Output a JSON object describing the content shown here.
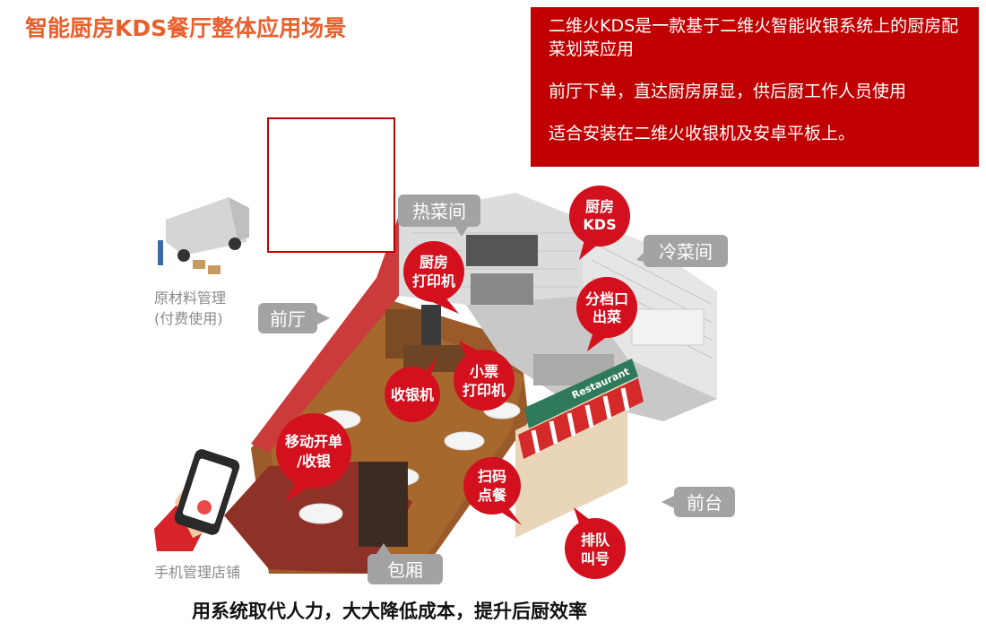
{
  "title": "智能厨房KDS餐厅整体应用场景",
  "info": {
    "line1": "二维火KDS是一款基于二维火智能收银系统上的厨房配菜划菜应用",
    "line2": "前厅下单，直达厨房屏显，供后厨工作人员使用",
    "line3": "适合安装在二维火收银机及安卓平板上。"
  },
  "labels": {
    "raw_material_1": "原材料管理",
    "raw_material_2": "(付费使用)",
    "mobile_manage": "手机管理店铺",
    "restaurant_sign": "Restaurant"
  },
  "tags": {
    "hot_kitchen": "热菜间",
    "cold_kitchen": "冷菜间",
    "front_hall": "前厅",
    "front_desk": "前台",
    "private_room": "包厢"
  },
  "bubbles": {
    "kitchen_kds_1": "厨房",
    "kitchen_kds_2": "KDS",
    "kitchen_printer_1": "厨房",
    "kitchen_printer_2": "打印机",
    "serving_1": "分档口",
    "serving_2": "出菜",
    "receipt_printer_1": "小票",
    "receipt_printer_2": "打印机",
    "cashier": "收银机",
    "mobile_order_1": "移动开单",
    "mobile_order_2": "/收银",
    "scan_order_1": "扫码",
    "scan_order_2": "点餐",
    "queue_1": "排队",
    "queue_2": "叫号"
  },
  "slogan": "用系统取代人力，大大降低成本，提升后厨效率",
  "colors": {
    "accent_red": "#c00000",
    "title_orange": "#e8602c",
    "tag_gray": "#a3a3a3",
    "bubble_red": "#d3101e"
  }
}
